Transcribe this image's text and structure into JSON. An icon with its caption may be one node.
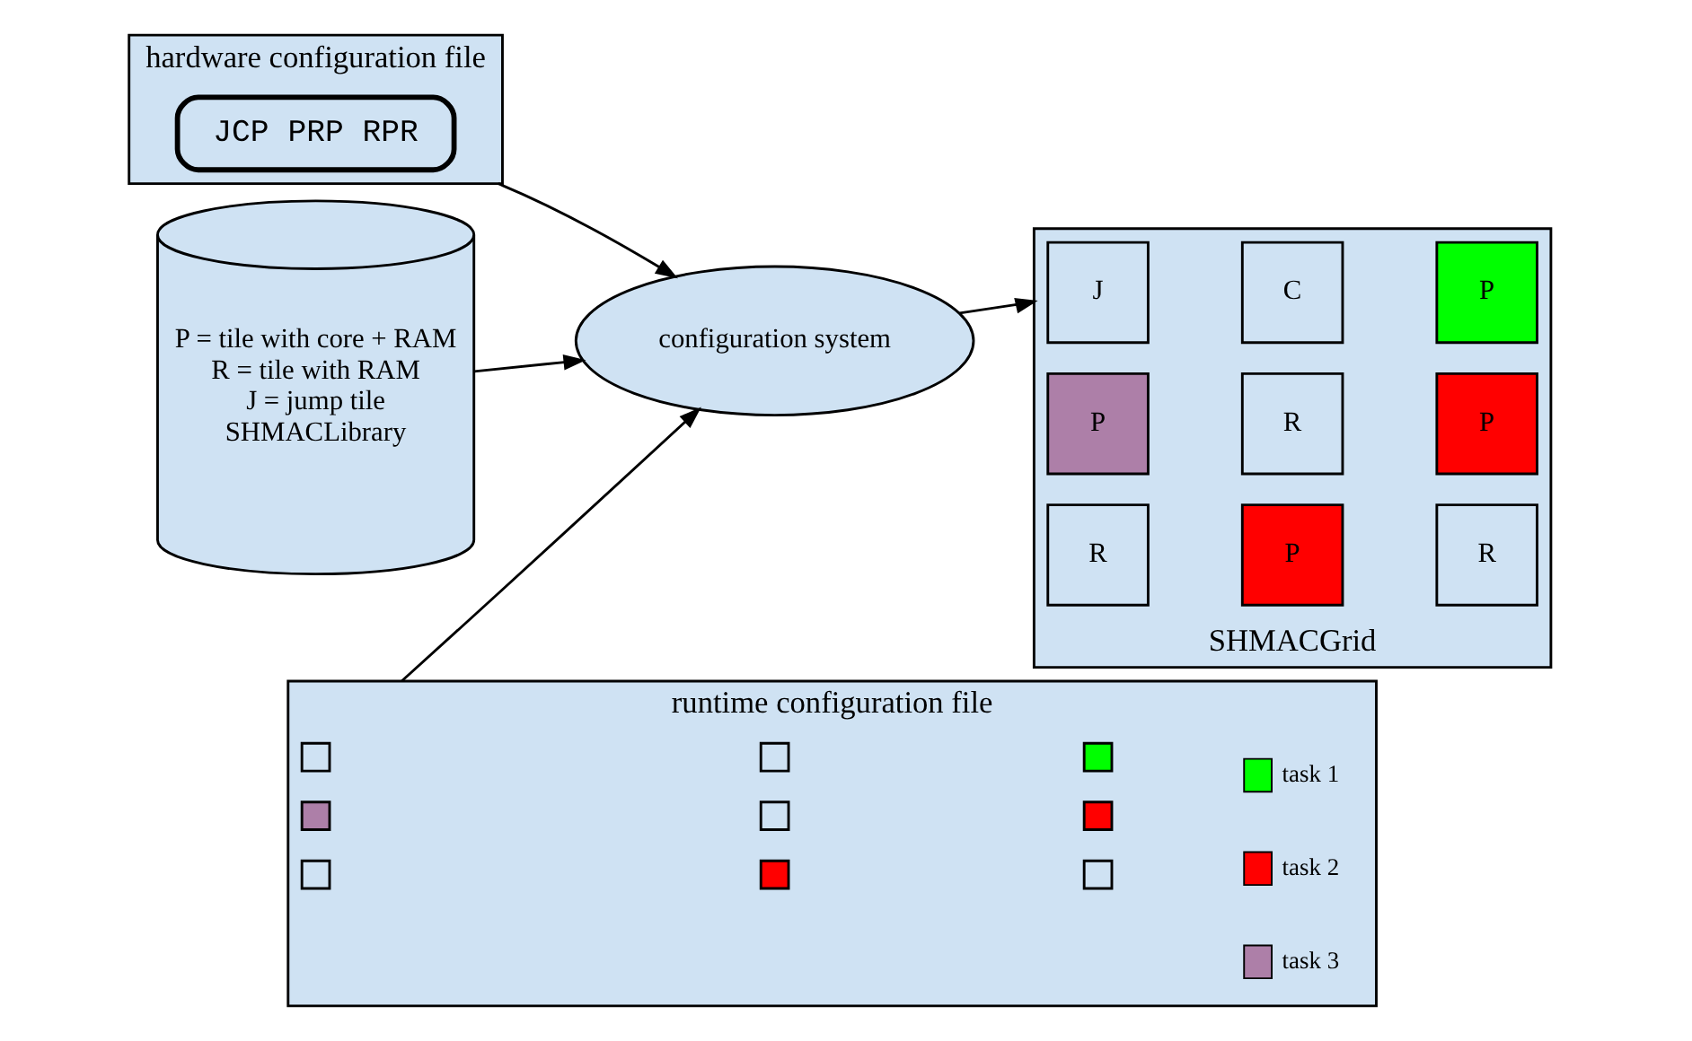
{
  "diagram": {
    "nodes": [
      {
        "text": [
          "hardware configuration file"
        ]
      },
      {
        "text": [
          "JCP PRP RPR"
        ],
        "in": 0
      },
      {
        "text": [
          "P = tile with core + RAM",
          "R = tile with RAM",
          "J = jump tile",
          "SHMACLibrary"
        ]
      },
      {
        "text": [
          "configuration system"
        ]
      },
      {
        "text": [
          "SHMACGrid"
        ]
      },
      {
        "text": [
          "J"
        ],
        "in": 4
      },
      {
        "text": [
          "C"
        ],
        "in": 4
      },
      {
        "text": [
          "P"
        ],
        "in": 4
      },
      {
        "text": [
          "P"
        ],
        "in": 4
      },
      {
        "text": [
          "R"
        ],
        "in": 4
      },
      {
        "text": [
          "P"
        ],
        "in": 4
      },
      {
        "text": [
          "R"
        ],
        "in": 4
      },
      {
        "text": [
          "P"
        ],
        "in": 4
      },
      {
        "text": [
          "R"
        ],
        "in": 4
      },
      {
        "text": [
          "runtime configuration file"
        ]
      },
      {
        "text": [],
        "shape": "box",
        "in": 14
      },
      {
        "text": [],
        "shape": "box",
        "in": 14
      },
      {
        "text": [],
        "shape": "box",
        "in": 14
      },
      {
        "text": [],
        "shape": "box",
        "in": 14
      },
      {
        "text": [],
        "shape": "box",
        "in": 14
      },
      {
        "text": [],
        "shape": "box",
        "in": 14
      },
      {
        "text": [],
        "shape": "box",
        "in": 14
      },
      {
        "text": [],
        "shape": "box",
        "in": 14
      },
      {
        "text": [],
        "shape": "box",
        "in": 14
      }
    ],
    "edges": [
      {
        "from": 0,
        "to": 3,
        "arrow": "to"
      },
      {
        "from": 2,
        "to": 3,
        "arrow": "to"
      },
      {
        "from": 14,
        "to": 3,
        "arrow": "to"
      },
      {
        "from": 3,
        "to": 4,
        "arrow": "to"
      }
    ],
    "legend": [
      {
        "text": "task 1",
        "color": "#00ff00"
      },
      {
        "text": "task 2",
        "color": "#ff0000"
      },
      {
        "text": "task 3",
        "color": "#ad7fa8"
      }
    ]
  }
}
